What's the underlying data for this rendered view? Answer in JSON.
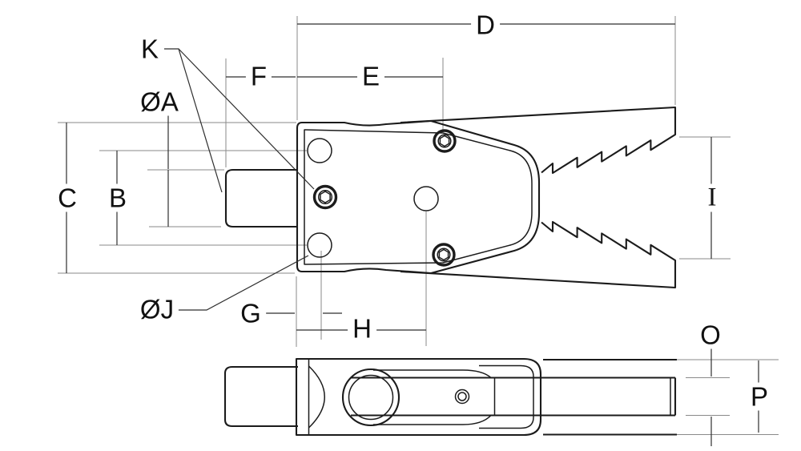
{
  "drawing": {
    "description": "dimensioned two-view technical drawing of a gripper tool",
    "colors": {
      "background": "#ffffff",
      "geometry": "#1b1b1b",
      "dimension_lines": "#2f2f2f",
      "extension_lines": "#8a8a8a",
      "text": "#111111"
    },
    "labels": {
      "K": "K",
      "A": "ØA",
      "C": "C",
      "B": "B",
      "F": "F",
      "E": "E",
      "D": "D",
      "I": "I",
      "J": "ØJ",
      "G": "G",
      "H": "H",
      "O": "O",
      "P": "P"
    }
  }
}
